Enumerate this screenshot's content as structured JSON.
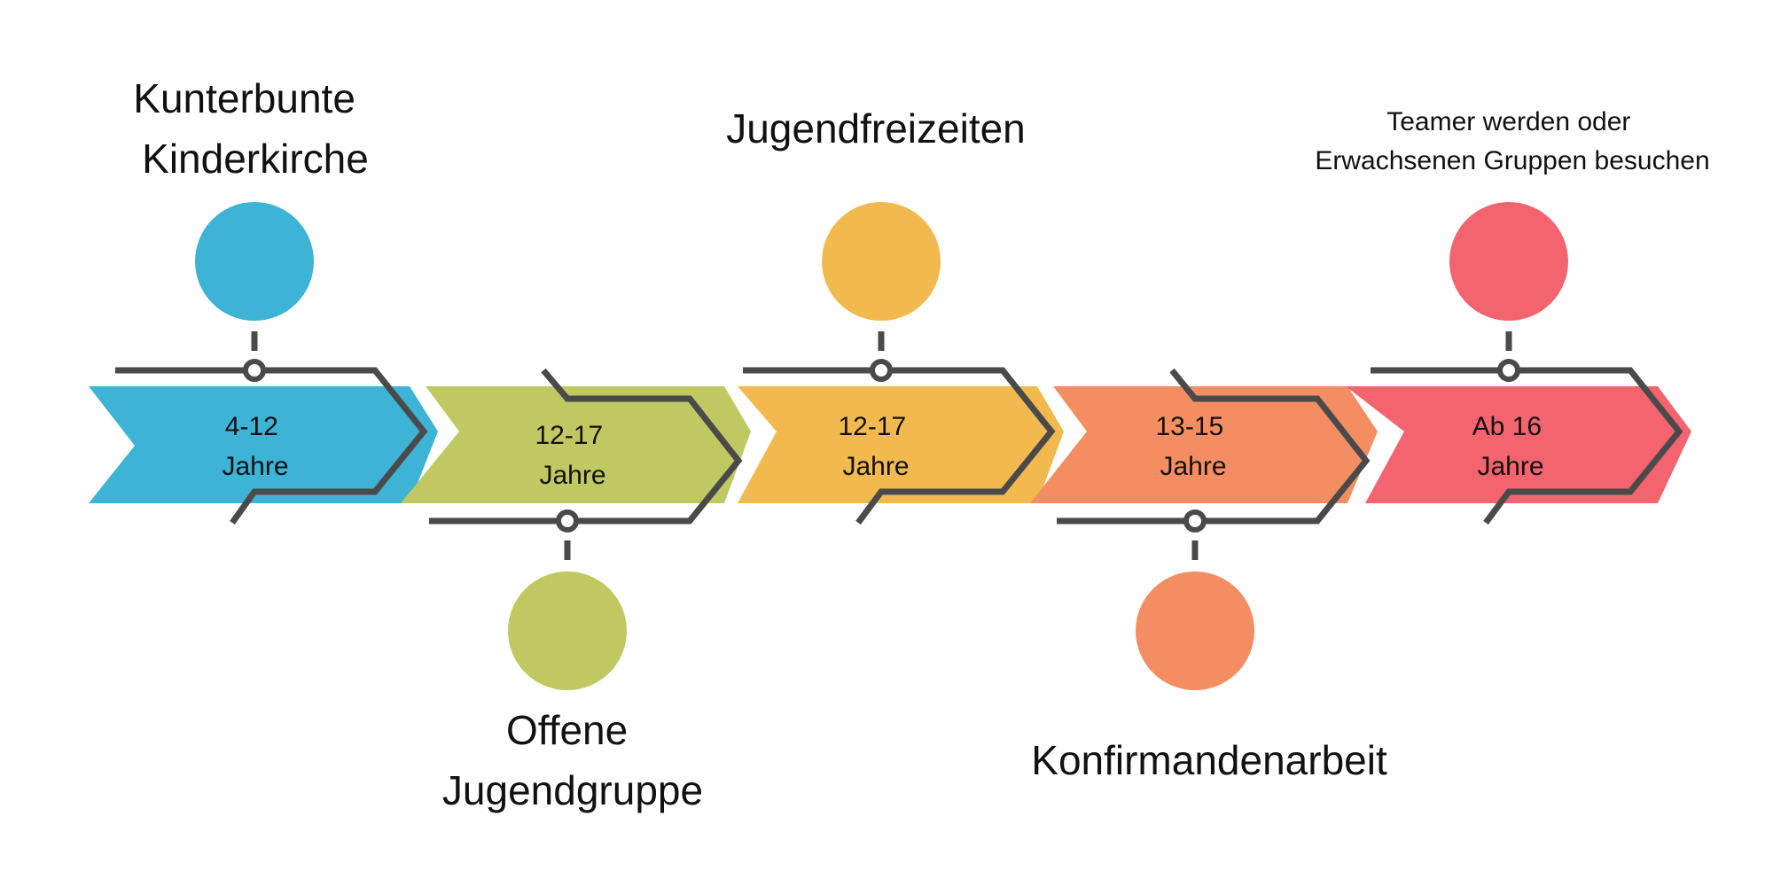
{
  "stages": [
    {
      "age_line1": "4-12",
      "age_line2": "Jahre",
      "title_lines": [
        "Kunterbunte",
        "Kinderkirche"
      ],
      "title_size": "large",
      "position": "top",
      "color": "#3db3d6"
    },
    {
      "age_line1": "12-17",
      "age_line2": "Jahre",
      "title_lines": [
        "Offene",
        "Jugendgruppe"
      ],
      "title_size": "large",
      "position": "bottom",
      "color": "#c0c862"
    },
    {
      "age_line1": "12-17",
      "age_line2": "Jahre",
      "title_lines": [
        "Jugendfreizeiten"
      ],
      "title_size": "large",
      "position": "top",
      "color": "#f2b94f"
    },
    {
      "age_line1": "13-15",
      "age_line2": "Jahre",
      "title_lines": [
        "Konfirmandenarbeit"
      ],
      "title_size": "large",
      "position": "bottom",
      "color": "#f48e62"
    },
    {
      "age_line1": "Ab 16",
      "age_line2": "Jahre",
      "title_lines": [
        "Teamer werden oder",
        "Erwachsenen Gruppen besuchen"
      ],
      "title_size": "small",
      "position": "top",
      "color": "#f4646f"
    }
  ],
  "colors": {
    "line": "#4a4a4a",
    "text": "#111111",
    "background": "#ffffff"
  }
}
